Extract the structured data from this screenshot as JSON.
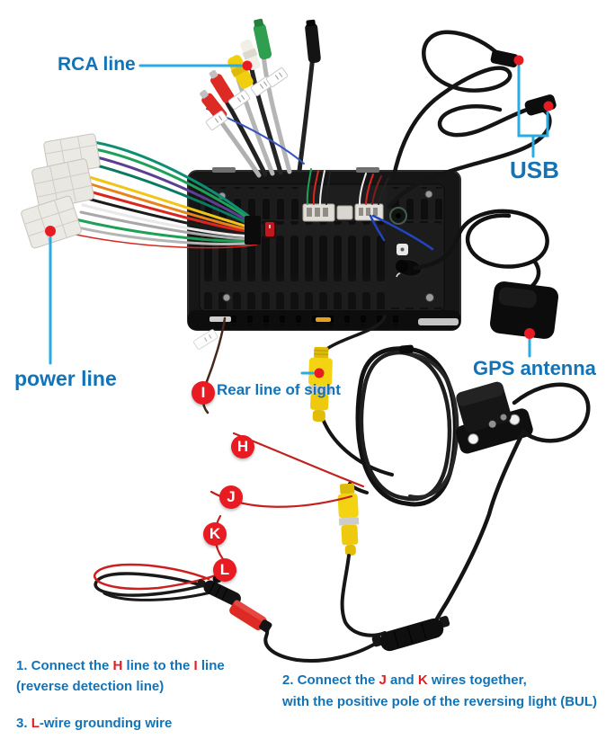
{
  "colors": {
    "label_blue": "#1373b6",
    "accent_red": "#e81b22",
    "leader_cyan": "#2aabe2"
  },
  "callouts": {
    "rca": {
      "label": "RCA line"
    },
    "usb": {
      "label": "USB"
    },
    "power": {
      "label": "power line"
    },
    "gps": {
      "label": "GPS antenna"
    },
    "rear_sight": {
      "label": "Rear line of sight"
    }
  },
  "markers": {
    "i": "I",
    "h": "H",
    "j": "J",
    "k": "K",
    "l": "L"
  },
  "notes": {
    "n1_line1": [
      {
        "text": "1. Connect the ",
        "red": false
      },
      {
        "text": "H",
        "red": true
      },
      {
        "text": " line to the ",
        "red": false
      },
      {
        "text": "I",
        "red": true
      },
      {
        "text": " line",
        "red": false
      }
    ],
    "n1_line2": [
      {
        "text": "(reverse detection line)",
        "red": false
      }
    ],
    "n3": [
      {
        "text": "3. ",
        "red": false
      },
      {
        "text": "L",
        "red": true
      },
      {
        "text": "-wire grounding wire",
        "red": false
      }
    ],
    "n2_line1": [
      {
        "text": "2. Connect the ",
        "red": false
      },
      {
        "text": "J",
        "red": true
      },
      {
        "text": " and ",
        "red": false
      },
      {
        "text": "K",
        "red": true
      },
      {
        "text": " wires together,",
        "red": false
      }
    ],
    "n2_line2": [
      {
        "text": "with the positive pole of the reversing light (BUL)",
        "red": false
      }
    ]
  }
}
